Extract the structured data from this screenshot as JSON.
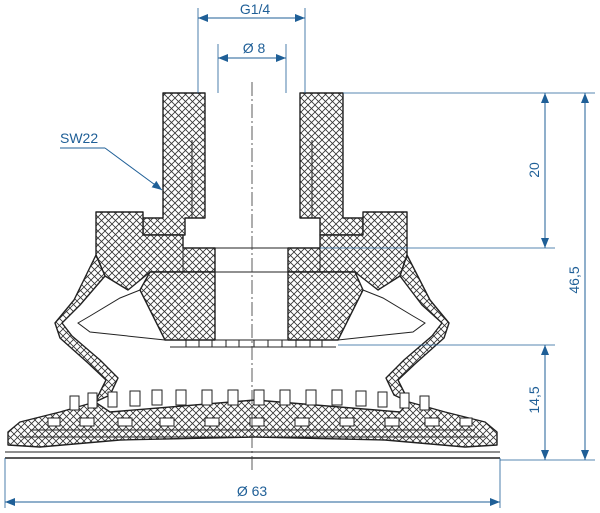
{
  "dimensions": {
    "thread": "G1/4",
    "bore": "Ø 8",
    "wrench_size": "SW22",
    "upper_height": "20",
    "total_height": "46,5",
    "lower_height": "14,5",
    "diameter": "Ø 63"
  },
  "colors": {
    "dimension": "#1f5f97",
    "outline": "#222222",
    "background": "#ffffff"
  }
}
